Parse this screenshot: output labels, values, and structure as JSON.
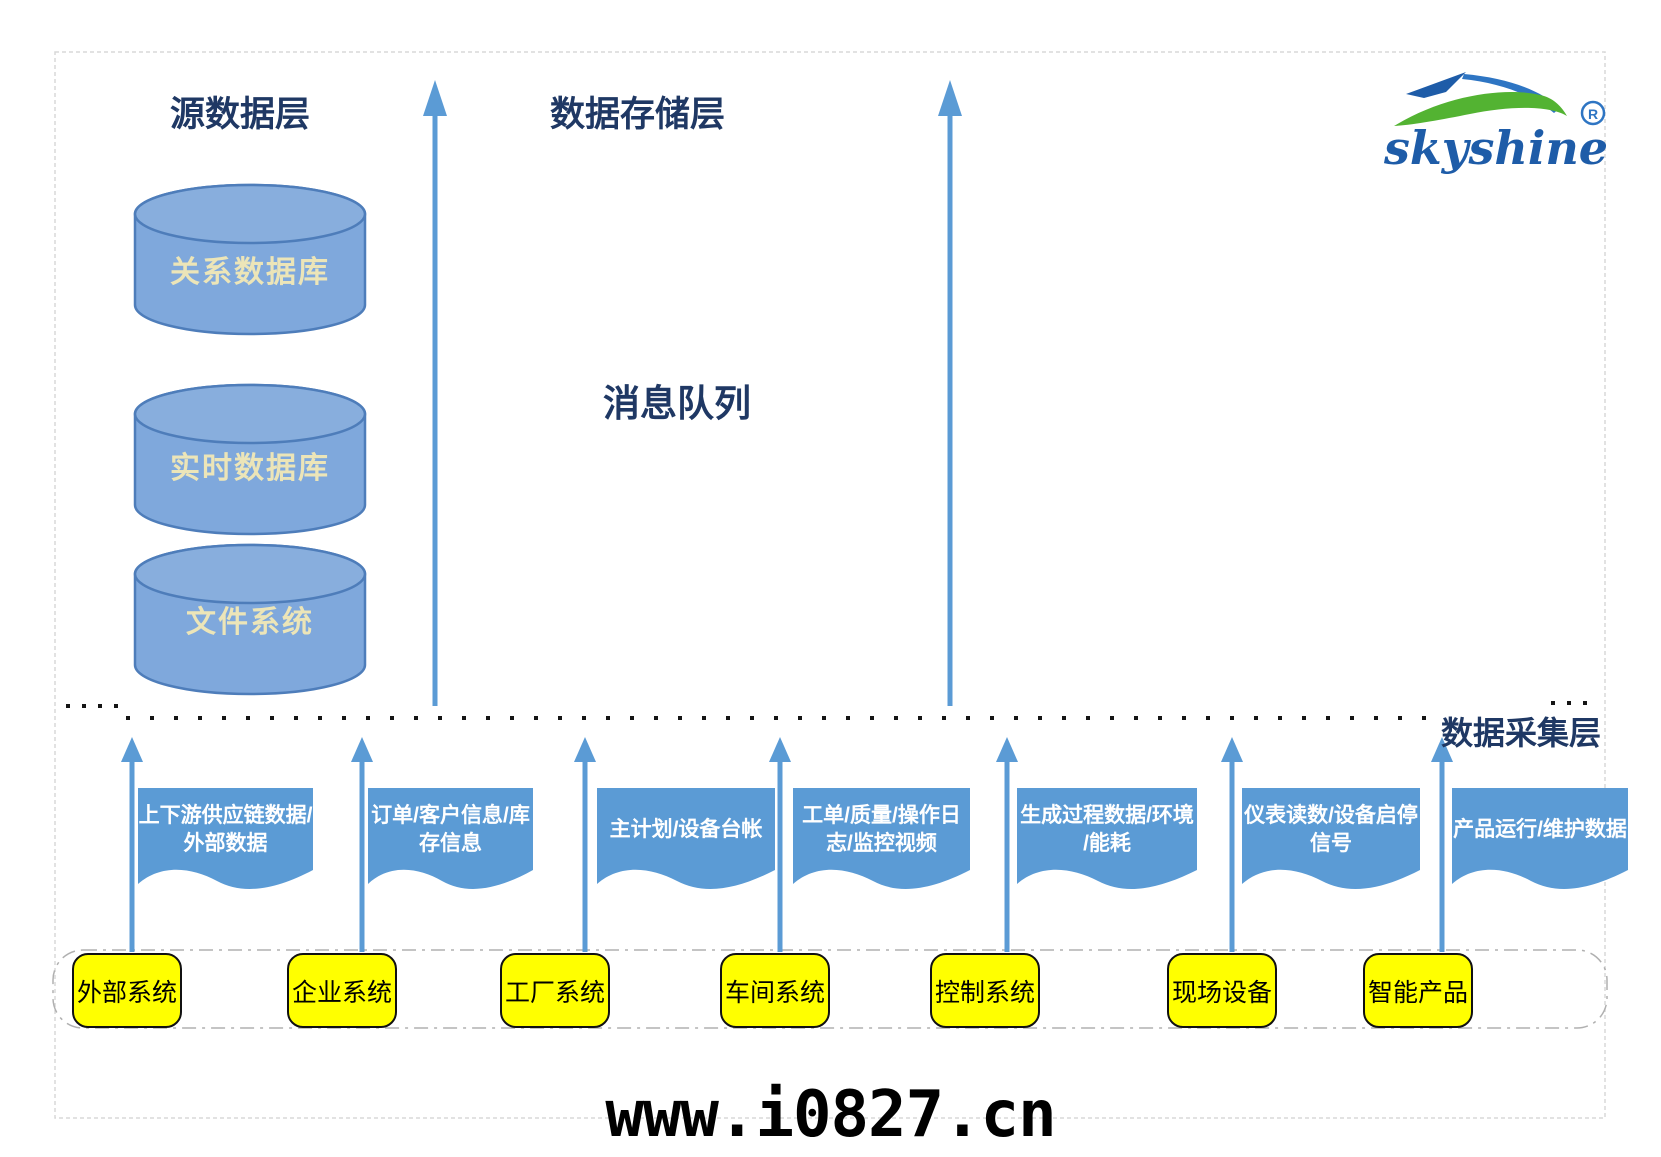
{
  "title_labels": {
    "source_layer": "源数据层",
    "storage_layer": "数据存储层",
    "message_queue": "消息队列",
    "collection_layer": "数据采集层"
  },
  "logo": {
    "wordmark": "skyshine",
    "registered": "R"
  },
  "source_databases": [
    {
      "label": "关系数据库"
    },
    {
      "label": "实时数据库"
    },
    {
      "label": "文件系统"
    }
  ],
  "data_flows": [
    {
      "label": "上下游供应链数据/\n外部数据"
    },
    {
      "label": "订单/客户信息/库\n存信息"
    },
    {
      "label": "主计划/设备台帐"
    },
    {
      "label": "工单/质量/操作日\n志/监控视频"
    },
    {
      "label": "生成过程数据/环境\n/能耗"
    },
    {
      "label": "仪表读数/设备启停\n信号"
    },
    {
      "label": "产品运行/维护数据"
    }
  ],
  "systems": [
    {
      "label": "外部系统"
    },
    {
      "label": "企业系统"
    },
    {
      "label": "工厂系统"
    },
    {
      "label": "车间系统"
    },
    {
      "label": "控制系统"
    },
    {
      "label": "现场设备"
    },
    {
      "label": "智能产品"
    }
  ],
  "watermark": "www.i0827.cn",
  "colors": {
    "accent_blue": "#5b9bd5",
    "cylinder_fill": "#7fa8dc",
    "cylinder_stroke": "#4e7dba",
    "cylinder_text": "#ece5b8",
    "label_navy": "#1f3864",
    "system_yellow": "#ffff00",
    "logo_blue": "#1e5ca8",
    "logo_green": "#53b332"
  }
}
